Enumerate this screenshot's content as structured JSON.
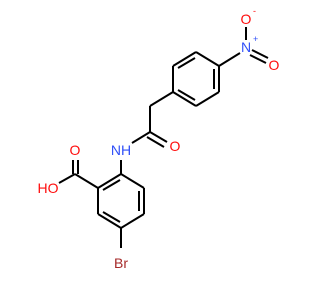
{
  "colors": {
    "bond": "#000000",
    "oxygen": "#ff0d0d",
    "nitrogen": "#3050f8",
    "bromine": "#a62929",
    "background": "#ffffff"
  },
  "atoms": {
    "nitro_n": {
      "symbol": "N",
      "charge": "+"
    },
    "nitro_o_top": {
      "symbol": "O",
      "charge": "-"
    },
    "nitro_o_right": {
      "symbol": "O"
    },
    "amide_o": {
      "symbol": "O"
    },
    "amide_nh": {
      "symbol": "NH"
    },
    "acid_o": {
      "symbol": "O"
    },
    "acid_oh": {
      "symbol": "HO"
    },
    "bromine": {
      "symbol": "Br"
    }
  }
}
